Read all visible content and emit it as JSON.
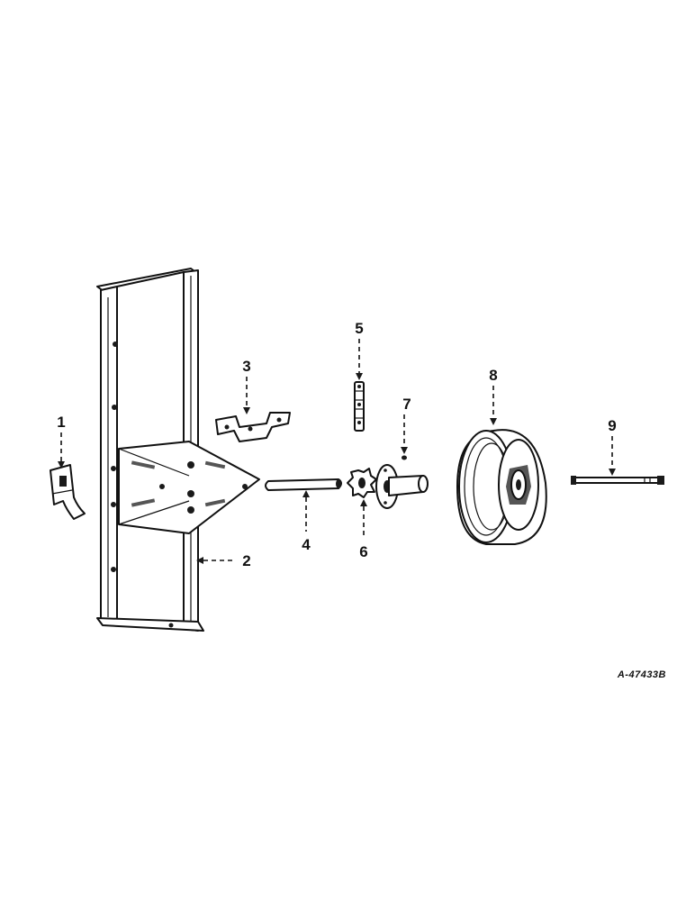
{
  "figure": {
    "drawing_number": "A-47433B",
    "callouts": [
      {
        "number": "1",
        "part": "clamp-bracket"
      },
      {
        "number": "2",
        "part": "frame"
      },
      {
        "number": "3",
        "part": "strap-bracket"
      },
      {
        "number": "4",
        "part": "axle-shaft"
      },
      {
        "number": "5",
        "part": "chain"
      },
      {
        "number": "6",
        "part": "sprocket"
      },
      {
        "number": "7",
        "part": "key"
      },
      {
        "number": "8",
        "part": "wheel"
      },
      {
        "number": "9",
        "part": "bolt"
      }
    ]
  }
}
